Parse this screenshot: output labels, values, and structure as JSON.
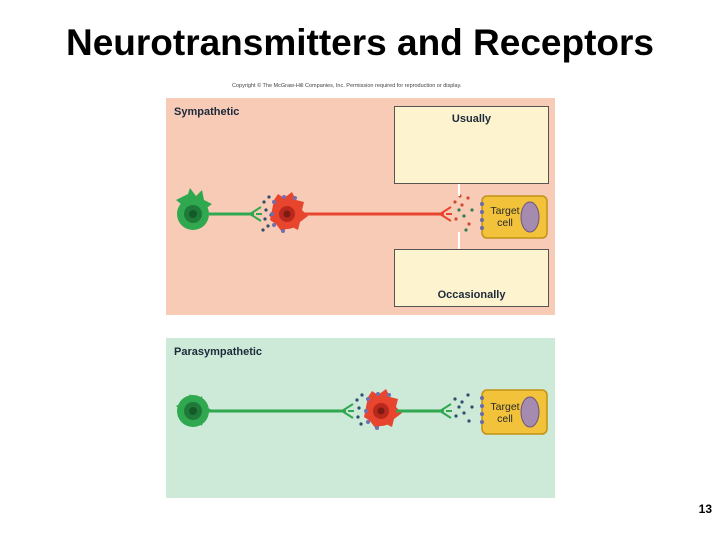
{
  "slide": {
    "title": "Neurotransmitters and Receptors",
    "page_number": "13"
  },
  "figure": {
    "copyright": "Copyright © The McGraw-Hill Companies, Inc. Permission required for reproduction or display.",
    "sympathetic": {
      "label": "Sympathetic",
      "box_top_label": "Usually",
      "box_bottom_label": "Occasionally",
      "target_line1": "Target",
      "target_line2": "cell"
    },
    "parasympathetic": {
      "label": "Parasympathetic",
      "target_line1": "Target",
      "target_line2": "cell"
    }
  },
  "colors": {
    "sympathetic_bg": "#f8cbb7",
    "parasympathetic_bg": "#cde9d8",
    "preganglionic_neuron": "#2fa84f",
    "postganglionic_red": "#e8452e",
    "target_cell": "#f2c23a",
    "nucleus": "#a58bb0"
  }
}
